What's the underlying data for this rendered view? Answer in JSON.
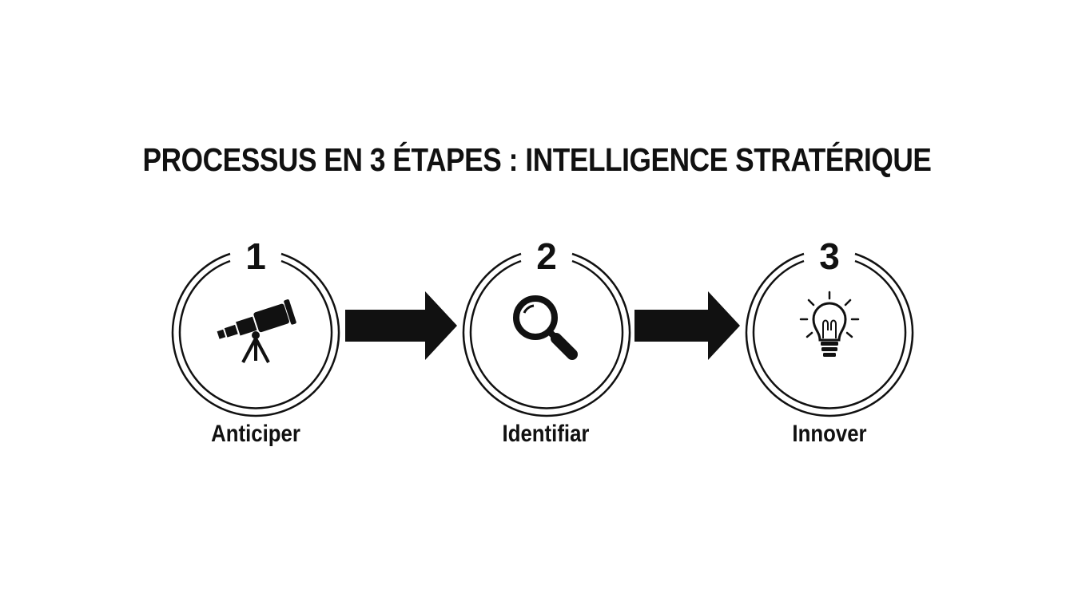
{
  "title": "PROCESSUS EN 3 ÉTAPES : INTELLIGENCE STRATÉRIQUE",
  "colors": {
    "ink": "#111111",
    "background": "#ffffff"
  },
  "steps": [
    {
      "number": "1",
      "label": "Anticiper",
      "icon": "telescope-icon"
    },
    {
      "number": "2",
      "label": "Identifiar",
      "icon": "magnifying-glass-icon"
    },
    {
      "number": "3",
      "label": "Innover",
      "icon": "lightbulb-icon"
    }
  ]
}
